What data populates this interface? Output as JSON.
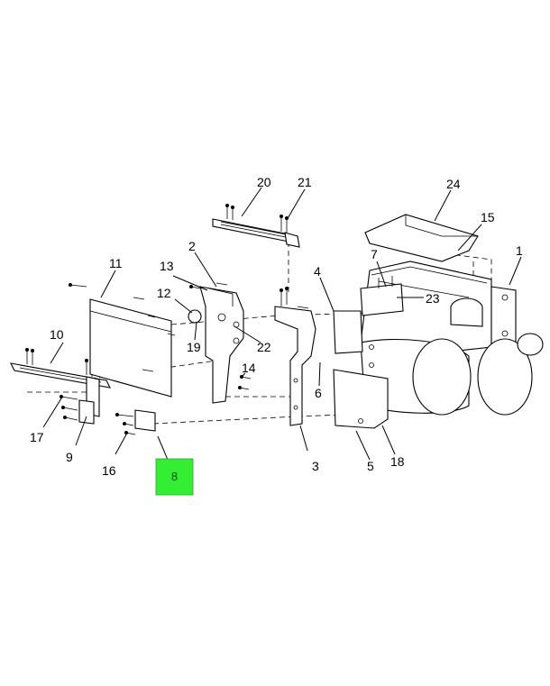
{
  "diagram": {
    "callouts": [
      {
        "id": "c1",
        "text": "1"
      },
      {
        "id": "c3",
        "text": "3"
      },
      {
        "id": "c4",
        "text": "4"
      },
      {
        "id": "c5",
        "text": "5"
      },
      {
        "id": "c6",
        "text": "6"
      },
      {
        "id": "c7",
        "text": "7"
      },
      {
        "id": "c9",
        "text": "9"
      },
      {
        "id": "c10",
        "text": "10"
      },
      {
        "id": "c11",
        "text": "11"
      },
      {
        "id": "c12",
        "text": "12"
      },
      {
        "id": "c13",
        "text": "13"
      },
      {
        "id": "c14",
        "text": "14"
      },
      {
        "id": "c15",
        "text": "15"
      },
      {
        "id": "c16",
        "text": "16"
      },
      {
        "id": "c17",
        "text": "17"
      },
      {
        "id": "c18",
        "text": "18"
      },
      {
        "id": "c19",
        "text": "19"
      },
      {
        "id": "c2",
        "text": "2"
      },
      {
        "id": "c20",
        "text": "20"
      },
      {
        "id": "c21",
        "text": "21"
      },
      {
        "id": "c22",
        "text": "22"
      },
      {
        "id": "c23",
        "text": "23"
      },
      {
        "id": "c24",
        "text": "24"
      }
    ],
    "highlighted": {
      "text": "8",
      "color": "#33ee33"
    }
  }
}
